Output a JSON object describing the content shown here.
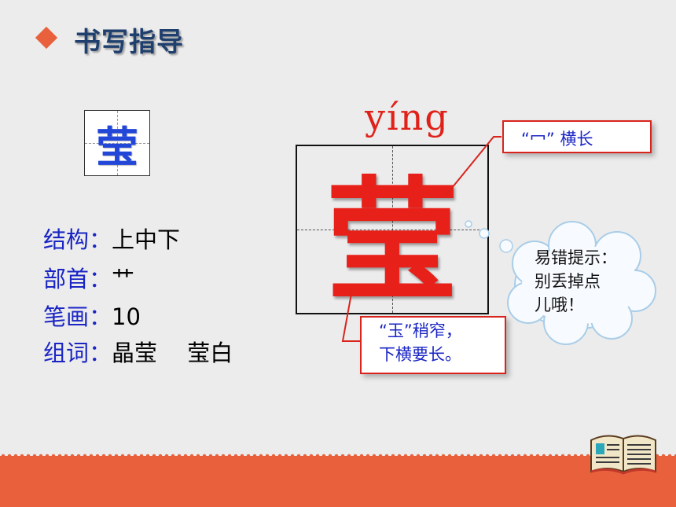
{
  "heading": {
    "title": "书写指导"
  },
  "character": {
    "glyph": "莹",
    "pinyin": "yíng"
  },
  "info": [
    {
      "label": "结构：",
      "value": "上中下"
    },
    {
      "label": "部首：",
      "value": "艹"
    },
    {
      "label": "笔画：",
      "value": "10"
    },
    {
      "label": "组词：",
      "value": "晶莹　 莹白"
    }
  ],
  "callouts": {
    "top": {
      "quote": "“冖”",
      "text": "横长"
    },
    "bottom": {
      "line1": "“玉”稍窄，",
      "line2": "下横要长。"
    }
  },
  "cloud": {
    "line1": "易错提示：",
    "line2": "别丢掉点",
    "line3": "儿哦！"
  },
  "colors": {
    "accent": "#e8613c",
    "title": "#1f3f6e",
    "char_red": "#e8201a",
    "label_blue": "#1a25c4"
  },
  "icons": [
    "diamond-bullet-icon",
    "open-book-icon"
  ]
}
